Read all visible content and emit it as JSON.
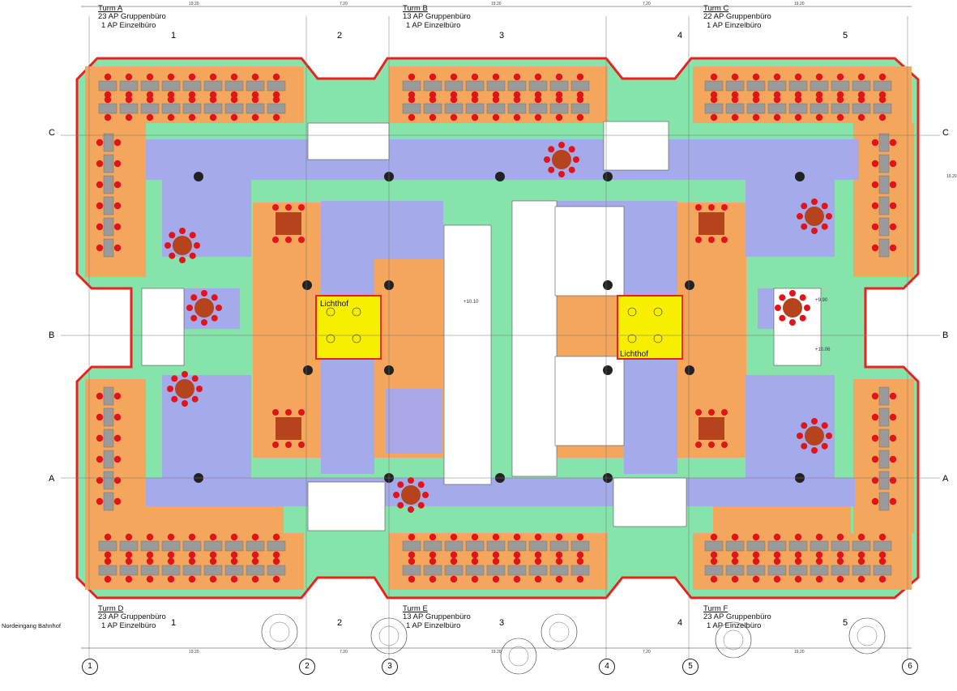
{
  "towers": [
    {
      "id": "A",
      "name": "Turm A",
      "line1": "23 AP Gruppenbüro",
      "line2": "1 AP Einzelbüro"
    },
    {
      "id": "B",
      "name": "Turm B",
      "line1": "13 AP Gruppenbüro",
      "line2": "1 AP Einzelbüro"
    },
    {
      "id": "C",
      "name": "Turm C",
      "line1": "22 AP Gruppenbüro",
      "line2": "1 AP Einzelbüro"
    },
    {
      "id": "D",
      "name": "Turm D",
      "line1": "23 AP Gruppenbüro",
      "line2": "1 AP Einzelbüro"
    },
    {
      "id": "E",
      "name": "Turm E",
      "line1": "13 AP Gruppenbüro",
      "line2": "1 AP Einzelbüro"
    },
    {
      "id": "F",
      "name": "Turm F",
      "line1": "23 AP Gruppenbüro",
      "line2": "1 AP Einzelbüro"
    }
  ],
  "lichthof_label": "Lichthof",
  "axis_cols": [
    "1",
    "2",
    "3",
    "4",
    "5",
    "6"
  ],
  "axis_top": [
    "1",
    "2",
    "3",
    "4",
    "5"
  ],
  "axis_rows": [
    "C",
    "B",
    "A"
  ],
  "dims_top": [
    "19.20",
    "7.20",
    "19.20",
    "7.20",
    "19.20"
  ],
  "dims_bottom": [
    "19.20",
    "7.20",
    "19.20",
    "7.20",
    "19.20"
  ],
  "dim_side": "19.20",
  "north_entrance": "Nordeingang Bahnhof",
  "levels": [
    "+10.10",
    "+9.90",
    "+10.06"
  ],
  "colors": {
    "office": "#f4a65c",
    "corridor": "#86e3a9",
    "circulation": "#a6a6ee",
    "lichthof": "#f7ee00",
    "wall": "#e8231f",
    "chair": "#e0141a",
    "table": "#9a9a9a",
    "column": "#222222",
    "meeting_table": "#b5441c"
  }
}
